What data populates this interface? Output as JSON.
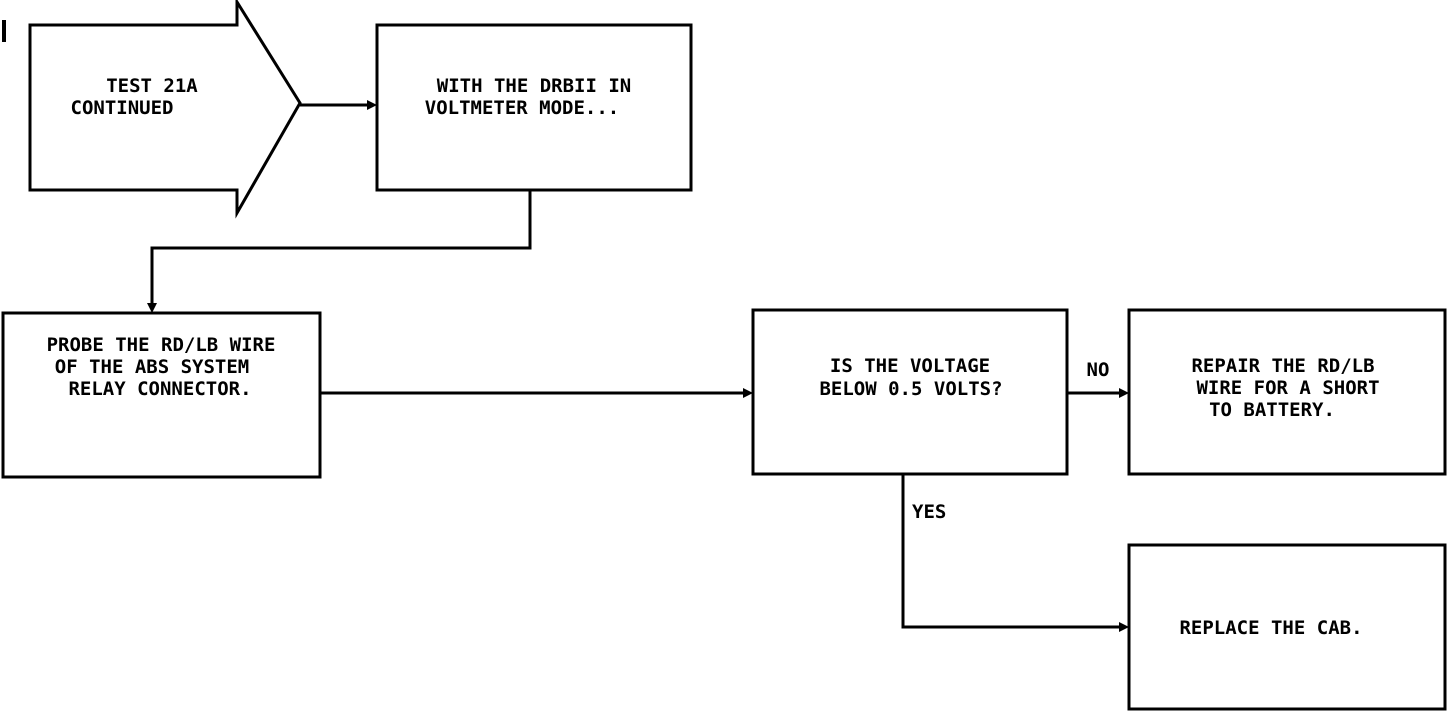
{
  "colors": {
    "ink": "#000000",
    "paper": "#ffffff"
  },
  "nodes": {
    "test_continued": {
      "lines": [
        "TEST 21A",
        "CONTINUED"
      ]
    },
    "voltmeter_mode": {
      "lines": [
        "WITH THE DRBII IN",
        "VOLTMETER MODE..."
      ]
    },
    "probe_wire": {
      "lines": [
        "PROBE THE RD/LB WIRE",
        "OF THE ABS SYSTEM",
        "RELAY CONNECTOR."
      ]
    },
    "voltage_question": {
      "lines": [
        "IS THE VOLTAGE",
        "BELOW 0.5 VOLTS?"
      ]
    },
    "repair_wire": {
      "lines": [
        "REPAIR THE RD/LB",
        "WIRE FOR A SHORT",
        "TO BATTERY."
      ]
    },
    "replace_cab": {
      "lines": [
        "REPLACE THE CAB."
      ]
    }
  },
  "edges": {
    "no_label": "NO",
    "yes_label": "YES"
  }
}
